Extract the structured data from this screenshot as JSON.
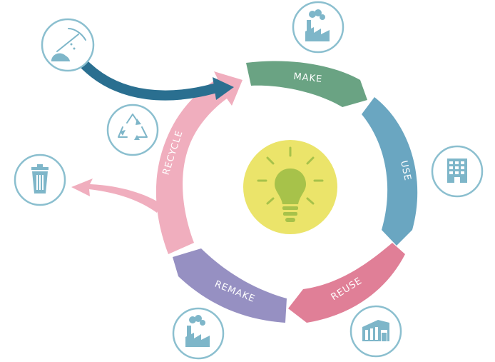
{
  "segments": {
    "make": "MAKE",
    "use": "USE",
    "reuse": "REUSE",
    "remake": "REMAKE",
    "recycle": "RECYCLE"
  },
  "colors": {
    "make": "#6aa383",
    "use": "#6aa6c1",
    "reuse": "#e07f97",
    "remake": "#9690c2",
    "recycle": "#f0aebe",
    "mining_arrow": "#2a6f90",
    "bulb_bg": "#ebe46a",
    "bulb": "#a7c24a",
    "icon": "#7eb6c9"
  },
  "icons": [
    "pickaxe-icon",
    "factory-icon",
    "recycle-icon",
    "trash-icon",
    "office-building-icon",
    "warehouse-icon",
    "factory-icon",
    "lightbulb-icon"
  ]
}
